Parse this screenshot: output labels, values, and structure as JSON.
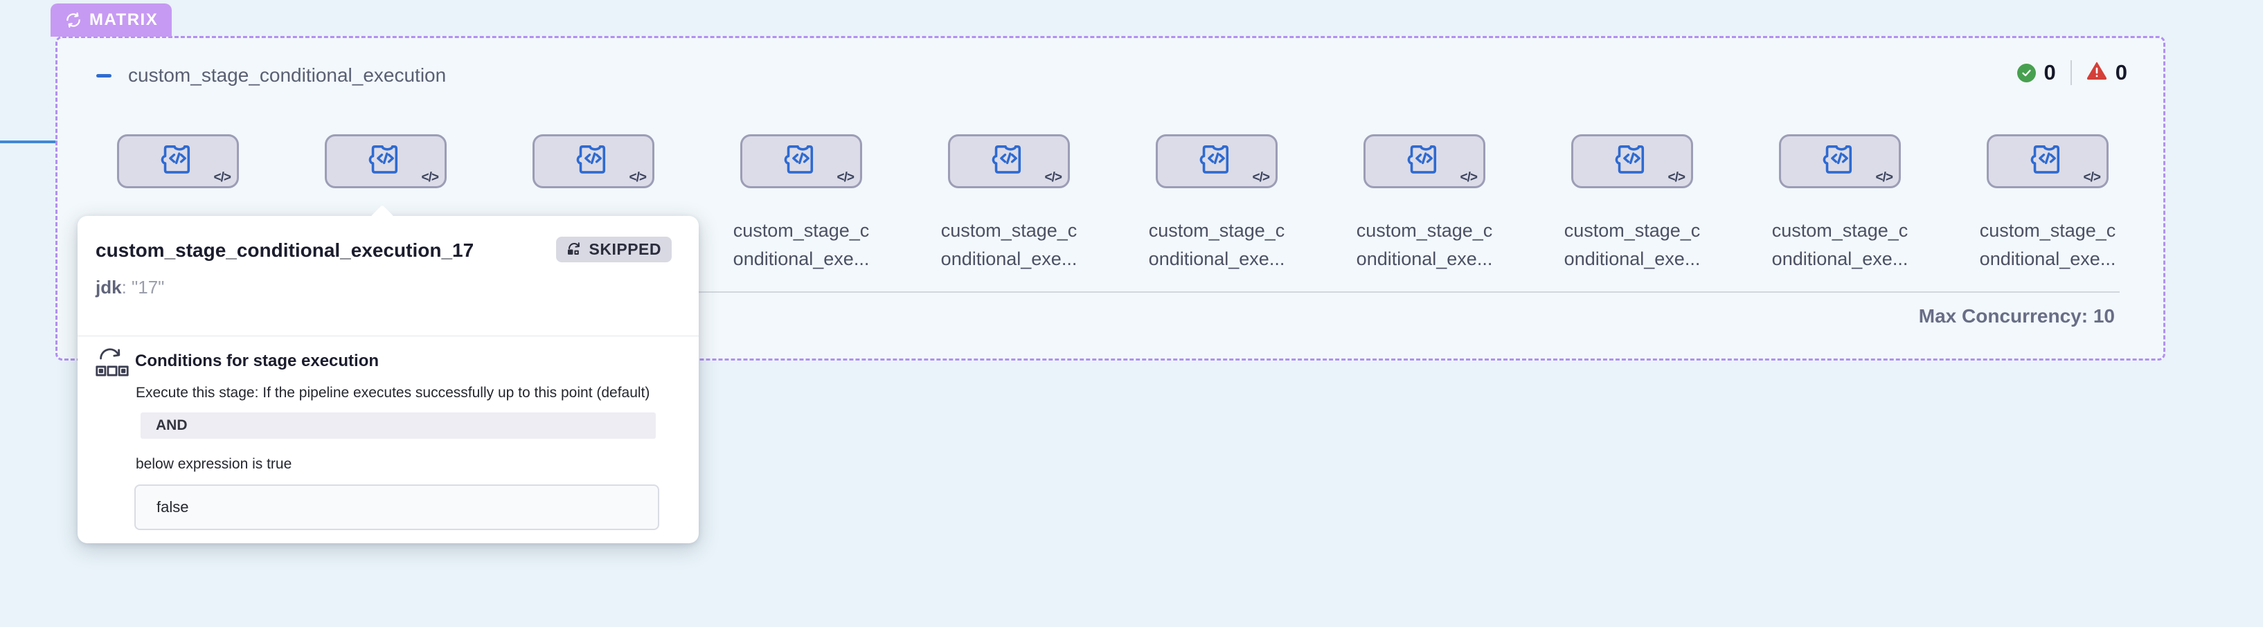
{
  "matrix_badge": {
    "label": "MATRIX"
  },
  "group": {
    "title": "custom_stage_conditional_execution",
    "success_count": "0",
    "failed_count": "0",
    "max_concurrency": "Max Concurrency: 10"
  },
  "stages": {
    "count": 10,
    "first_labeled_index": 3,
    "label_line1": "custom_stage_c",
    "label_line2": "onditional_exe...",
    "card_code_glyph": "</>"
  },
  "tooltip": {
    "title": "custom_stage_conditional_execution_17",
    "status_label": "SKIPPED",
    "param_key": "jdk",
    "param_value": ": \"17\"",
    "section_title": "Conditions for stage execution",
    "description": "Execute this stage: If the pipeline executes successfully up to this point (default)",
    "operator": "AND",
    "condition_note": "below expression is true",
    "expression_value": "false"
  },
  "colors": {
    "matrix_accent": "#b28ff2",
    "badge_purple": "#c69af2",
    "stage_icon_blue": "#2e6ad1",
    "success_green": "#47a04f",
    "error_red": "#d43f38",
    "page_background": "#e9f3f9"
  }
}
